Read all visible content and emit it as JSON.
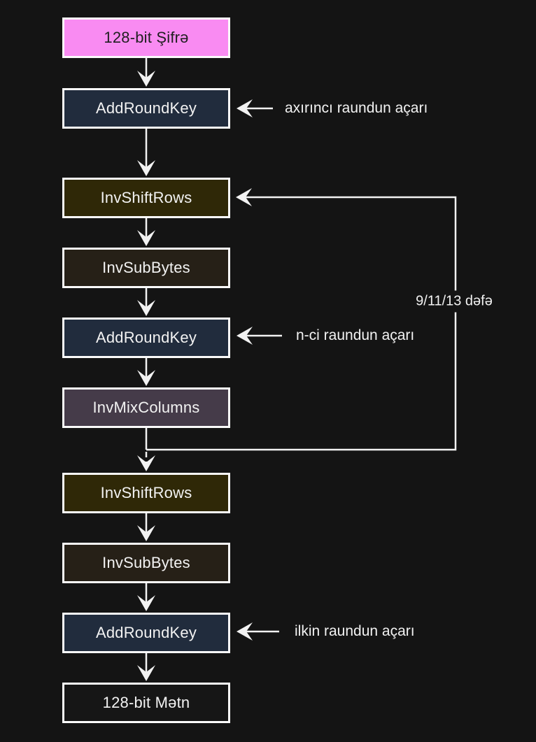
{
  "flow": {
    "boxes": [
      {
        "id": "cipher-input",
        "label": "128-bit Şifrə"
      },
      {
        "id": "add-round-key-1",
        "label": "AddRoundKey"
      },
      {
        "id": "inv-shift-rows-1",
        "label": "InvShiftRows"
      },
      {
        "id": "inv-sub-bytes-1",
        "label": "InvSubBytes"
      },
      {
        "id": "add-round-key-2",
        "label": "AddRoundKey"
      },
      {
        "id": "inv-mix-columns",
        "label": "InvMixColumns"
      },
      {
        "id": "inv-shift-rows-2",
        "label": "InvShiftRows"
      },
      {
        "id": "inv-sub-bytes-2",
        "label": "InvSubBytes"
      },
      {
        "id": "add-round-key-3",
        "label": "AddRoundKey"
      },
      {
        "id": "plaintext-output",
        "label": "128-bit Mətn"
      }
    ],
    "annotations": {
      "last_round_key": "axırıncı raundun açarı",
      "loop_count": "9/11/13 dəfə",
      "nth_round_key": "n-ci raundun açarı",
      "initial_round_key": "ilkin raundun açarı"
    },
    "colors": {
      "background": "#141414",
      "line": "#f2f2f2",
      "box_border": "#fafafa",
      "box_text": "#f2f2f2",
      "cipher_fill": "#f98bf2",
      "cipher_text": "#1f1f1f",
      "addroundkey_fill": "#212c3d",
      "invshiftrows_fill": "#2f2807",
      "invsubbytes_fill": "#262017",
      "invmixcolumns_fill": "#453b49",
      "plaintext_fill": "#161616"
    }
  }
}
